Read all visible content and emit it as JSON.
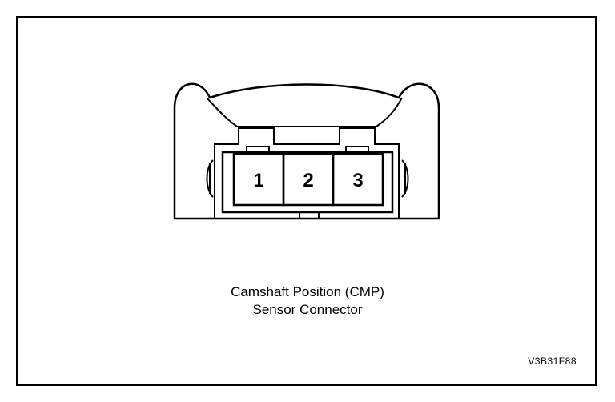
{
  "diagram": {
    "pins": [
      "1",
      "2",
      "3"
    ],
    "caption_line1": "Camshaft Position (CMP)",
    "caption_line2": "Sensor Connector",
    "figure_id": "V3B31F88"
  }
}
